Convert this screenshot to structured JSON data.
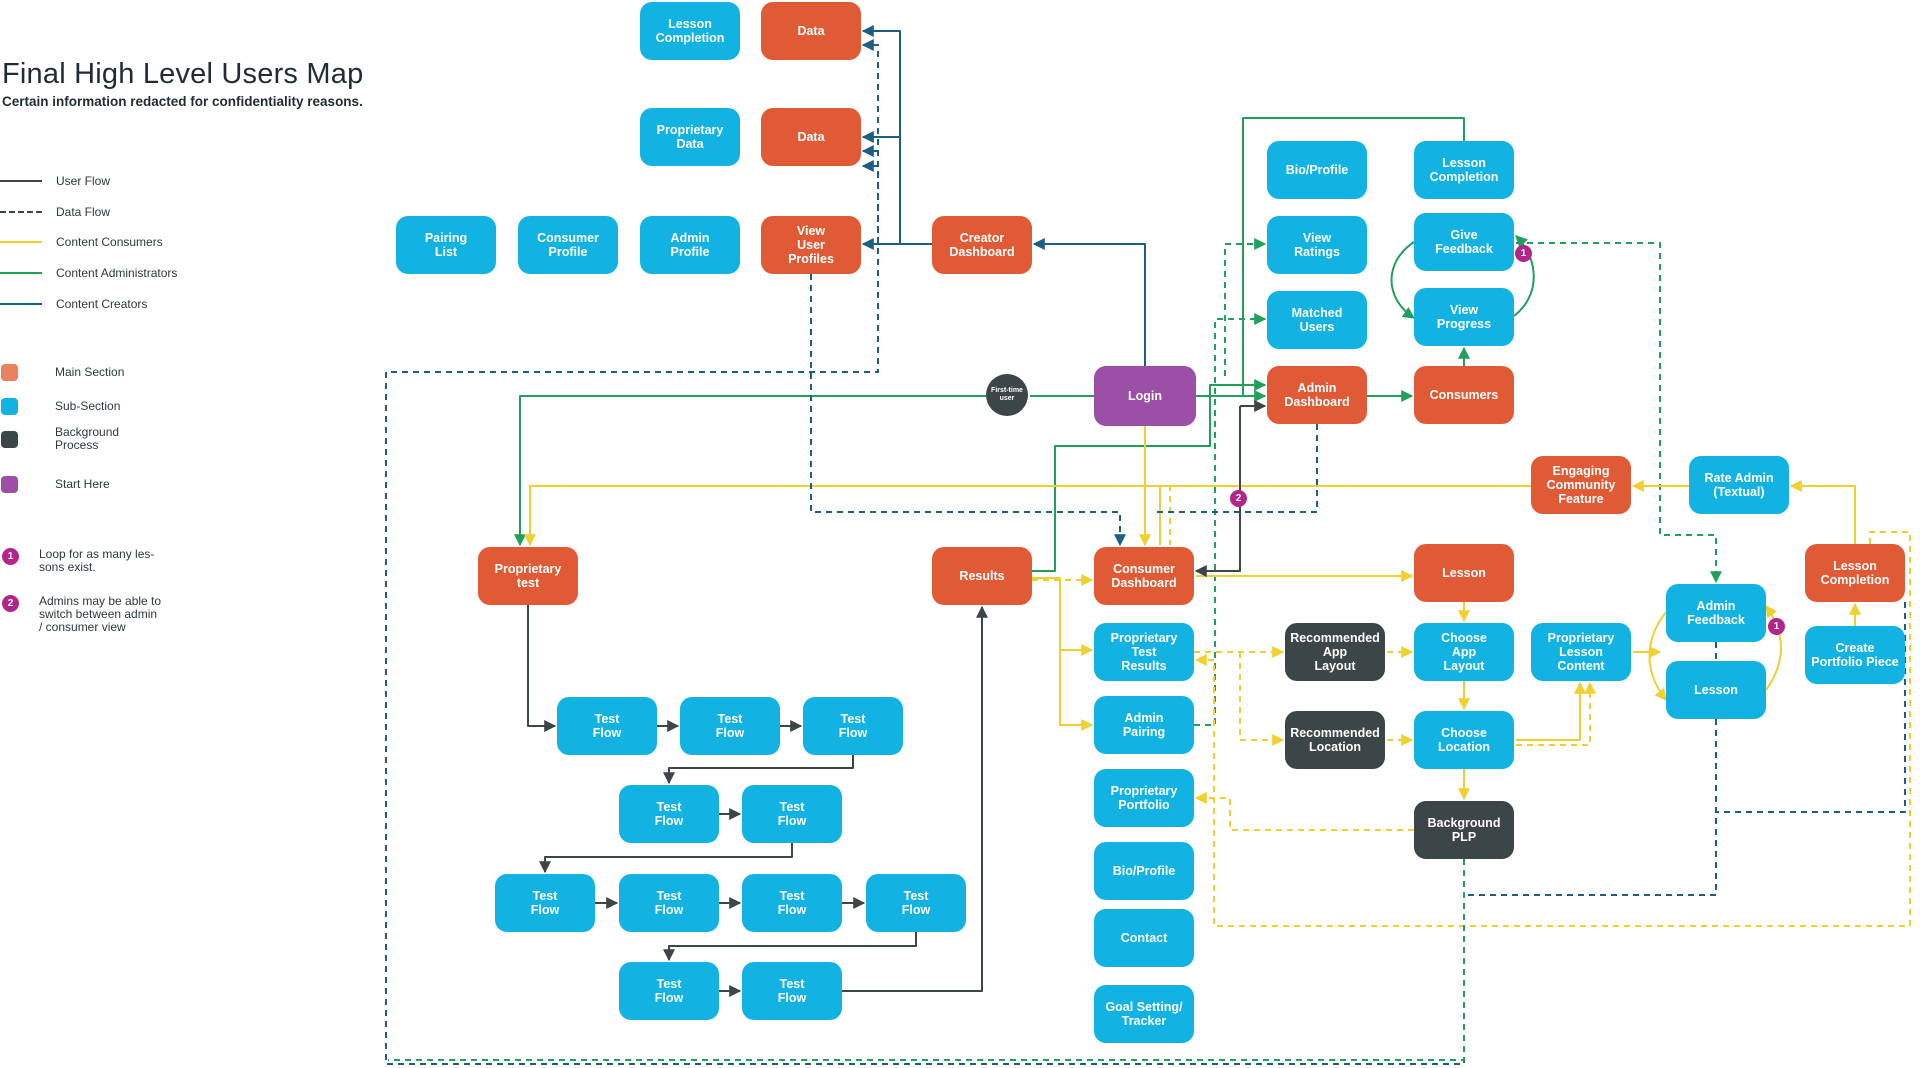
{
  "header": {
    "title": "Final High Level Users Map",
    "subtitle": "Certain information redacted for confidentiality reasons."
  },
  "legend": {
    "lines": [
      {
        "label": "User Flow",
        "color": "#3c4548",
        "style": "solid"
      },
      {
        "label": "Data Flow",
        "color": "#3c4548",
        "style": "dashed"
      },
      {
        "label": "Content Consumers",
        "color": "#f0cf2f",
        "style": "solid"
      },
      {
        "label": "Content Administrators",
        "color": "#1fa05b",
        "style": "solid"
      },
      {
        "label": "Content Creators",
        "color": "#1d5e85",
        "style": "solid"
      }
    ],
    "swatches": [
      {
        "label": "Main Section",
        "color": "#e8825f"
      },
      {
        "label": "Sub-Section",
        "color": "#12b3e3"
      },
      {
        "label": "Background\nProcess",
        "color": "#3c4548"
      },
      {
        "label": "Start Here",
        "color": "#9b4fa6"
      }
    ],
    "notes": [
      {
        "badge": "1",
        "text": "Loop for as many les-\nsons exist."
      },
      {
        "badge": "2",
        "text": "Admins may be able to\nswitch between admin\n/ consumer view"
      }
    ]
  },
  "nodes": {
    "lesson_completion_top": {
      "label": "Lesson\nCompletion",
      "kind": "sub"
    },
    "data_1": {
      "label": "Data",
      "kind": "main"
    },
    "proprietary_data": {
      "label": "Proprietary\nData",
      "kind": "sub"
    },
    "data_2": {
      "label": "Data",
      "kind": "main"
    },
    "pairing_list": {
      "label": "Pairing\nList",
      "kind": "sub"
    },
    "consumer_profile": {
      "label": "Consumer\nProfile",
      "kind": "sub"
    },
    "admin_profile": {
      "label": "Admin\nProfile",
      "kind": "sub"
    },
    "view_user_profiles": {
      "label": "View\nUser\nProfiles",
      "kind": "main"
    },
    "creator_dashboard": {
      "label": "Creator\nDashboard",
      "kind": "main"
    },
    "bio_profile_top": {
      "label": "Bio/Profile",
      "kind": "sub"
    },
    "lesson_completion_right": {
      "label": "Lesson\nCompletion",
      "kind": "sub"
    },
    "view_ratings": {
      "label": "View\nRatings",
      "kind": "sub"
    },
    "give_feedback": {
      "label": "Give\nFeedback",
      "kind": "sub"
    },
    "matched_users": {
      "label": "Matched\nUsers",
      "kind": "sub"
    },
    "view_progress": {
      "label": "View\nProgress",
      "kind": "sub"
    },
    "login": {
      "label": "Login",
      "kind": "start"
    },
    "admin_dashboard": {
      "label": "Admin\nDashboard",
      "kind": "main"
    },
    "consumers": {
      "label": "Consumers",
      "kind": "main"
    },
    "first_time_user": {
      "label": "First-time\nuser",
      "kind": "bg"
    },
    "engaging_community": {
      "label": "Engaging\nCommunity\nFeature",
      "kind": "main"
    },
    "rate_admin": {
      "label": "Rate Admin\n(Textual)",
      "kind": "sub"
    },
    "proprietary_test": {
      "label": "Proprietary\ntest",
      "kind": "main"
    },
    "results": {
      "label": "Results",
      "kind": "main"
    },
    "consumer_dashboard": {
      "label": "Consumer\nDashboard",
      "kind": "main"
    },
    "lesson_mid": {
      "label": "Lesson",
      "kind": "main"
    },
    "lesson_completion_main": {
      "label": "Lesson\nCompletion",
      "kind": "main"
    },
    "admin_feedback": {
      "label": "Admin\nFeedback",
      "kind": "sub"
    },
    "create_portfolio": {
      "label": "Create\nPortfolio Piece",
      "kind": "sub"
    },
    "proprietary_test_results": {
      "label": "Proprietary\nTest\nResults",
      "kind": "sub"
    },
    "recommended_app_layout": {
      "label": "Recommended\nApp\nLayout",
      "kind": "bg"
    },
    "choose_app_layout": {
      "label": "Choose\nApp\nLayout",
      "kind": "sub"
    },
    "proprietary_lesson_content": {
      "label": "Proprietary\nLesson\nContent",
      "kind": "sub"
    },
    "lesson_sub": {
      "label": "Lesson",
      "kind": "sub"
    },
    "admin_pairing": {
      "label": "Admin\nPairing",
      "kind": "sub"
    },
    "recommended_location": {
      "label": "Recommended\nLocation",
      "kind": "bg"
    },
    "choose_location": {
      "label": "Choose\nLocation",
      "kind": "sub"
    },
    "proprietary_portfolio": {
      "label": "Proprietary\nPortfolio",
      "kind": "sub"
    },
    "background_plp": {
      "label": "Background\nPLP",
      "kind": "bg"
    },
    "bio_profile_bottom": {
      "label": "Bio/Profile",
      "kind": "sub"
    },
    "contact": {
      "label": "Contact",
      "kind": "sub"
    },
    "goal_setting": {
      "label": "Goal Setting/\nTracker",
      "kind": "sub"
    },
    "test_flow_1": {
      "label": "Test\nFlow",
      "kind": "sub"
    },
    "test_flow_2": {
      "label": "Test\nFlow",
      "kind": "sub"
    },
    "test_flow_3": {
      "label": "Test\nFlow",
      "kind": "sub"
    },
    "test_flow_4": {
      "label": "Test\nFlow",
      "kind": "sub"
    },
    "test_flow_5": {
      "label": "Test\nFlow",
      "kind": "sub"
    },
    "test_flow_6": {
      "label": "Test\nFlow",
      "kind": "sub"
    },
    "test_flow_7": {
      "label": "Test\nFlow",
      "kind": "sub"
    },
    "test_flow_8": {
      "label": "Test\nFlow",
      "kind": "sub"
    },
    "test_flow_9": {
      "label": "Test\nFlow",
      "kind": "sub"
    },
    "test_flow_10": {
      "label": "Test\nFlow",
      "kind": "sub"
    },
    "test_flow_11": {
      "label": "Test\nFlow",
      "kind": "sub"
    }
  },
  "badges": {
    "loop_give_feedback": "1",
    "loop_admin_feedback": "1",
    "switch_view": "2"
  },
  "colors": {
    "main": "#e05a35",
    "sub": "#12b3e3",
    "background": "#3c4548",
    "start": "#9b4fa6",
    "user_flow": "#3c4548",
    "consumers": "#f0cf2f",
    "administrators": "#1fa05b",
    "creators": "#1d5e85",
    "badge": "#b5248a"
  }
}
